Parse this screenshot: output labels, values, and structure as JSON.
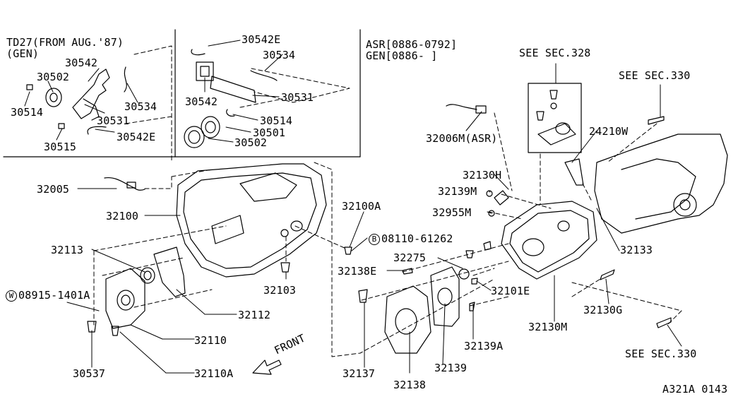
{
  "inset_left": {
    "title_line1": "TD27(FROM AUG.'87)",
    "title_line2": "(GEN)",
    "parts": [
      "30542",
      "30502",
      "30514",
      "30531",
      "30534",
      "30542E",
      "30515"
    ]
  },
  "inset_mid": {
    "parts": [
      "30542E",
      "30534",
      "30542",
      "30531",
      "30514",
      "30501",
      "30502"
    ]
  },
  "header_right": {
    "asr_line": "ASR[0886-0792]",
    "gen_line": "GEN[0886-     ]"
  },
  "references": {
    "sec328": "SEE SEC.328",
    "sec330_top": "SEE SEC.330",
    "sec330_bottom": "SEE SEC.330"
  },
  "parts_main": {
    "p32005": "32005",
    "p32100": "32100",
    "p32113": "32113",
    "p08915_mark": "W",
    "p08915": "08915-1401A",
    "p30537": "30537",
    "p32110": "32110",
    "p32110A": "32110A",
    "p32112": "32112",
    "p32103": "32103",
    "p32100A": "32100A",
    "p08110_mark": "B",
    "p08110": "08110-61262",
    "p32006M": "32006M(ASR)",
    "p32130H": "32130H",
    "p32139M": "32139M",
    "p32955M": "32955M",
    "p24210W": "24210W",
    "p32133": "32133",
    "p32275": "32275",
    "p32138E": "32138E",
    "p32101E": "32101E",
    "p32130G": "32130G",
    "p32130M": "32130M",
    "p32137": "32137",
    "p32138": "32138",
    "p32139": "32139",
    "p32139A": "32139A"
  },
  "front_label": "FRONT",
  "diagram_code": "A321A 0143"
}
